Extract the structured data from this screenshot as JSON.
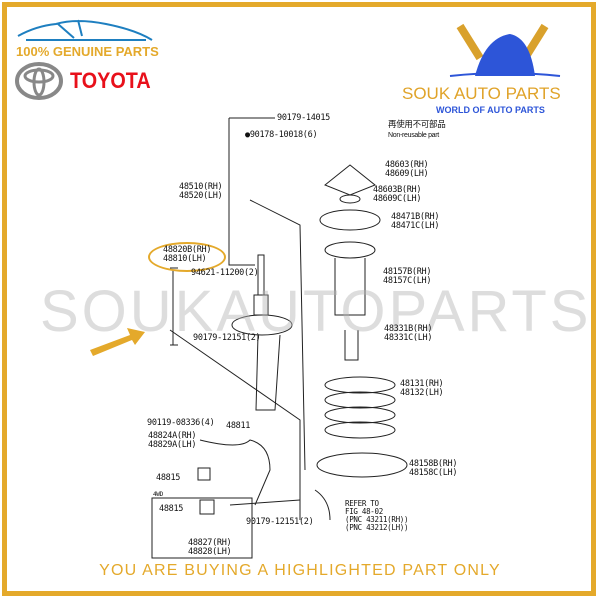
{
  "header": {
    "genuine": "100% GENUINE PARTS",
    "brand": "TOYOTA",
    "shop": "SOUK AUTO PARTS",
    "shop_tagline": "WORLD OF AUTO PARTS"
  },
  "watermark": "SOUKAUTOPARTS",
  "legend": {
    "jp": "再使用不可部品",
    "en": "Non-reusable part"
  },
  "labels": {
    "p1": "90179-14015",
    "p2": "●90178-10018(6)",
    "p3": "48603(RH)\n48609(LH)",
    "p4": "48603B(RH)\n48609C(LH)",
    "p5": "48510(RH)\n48520(LH)",
    "p6": "48471B(RH)\n48471C(LH)",
    "p7": "48820B(RH)\n48810(LH)",
    "p8": "94621-11200(2)",
    "p9": "48157B(RH)\n48157C(LH)",
    "p10": "90179-12151(2)",
    "p11": "48331B(RH)\n48331C(LH)",
    "p12": "48131(RH)\n48132(LH)",
    "p13": "90119-08336(4)",
    "p14": "48811",
    "p15": "48824A(RH)\n48829A(LH)",
    "p16": "48815",
    "p17": "4WD",
    "p18": "48815",
    "p19": "48827(RH)\n48828(LH)",
    "p20": "90179-12151(2)",
    "p21": "48158B(RH)\n48158C(LH)",
    "p22": "REFER TO\nFIG 48-02\n(PNC 43211(RH))\n(PNC 43212(LH))"
  },
  "footer": "YOU ARE BUYING A HIGHLIGHTED PART ONLY",
  "colors": {
    "gold": "#e4a92b",
    "red": "#e8101a",
    "blue": "#2d55d8"
  }
}
